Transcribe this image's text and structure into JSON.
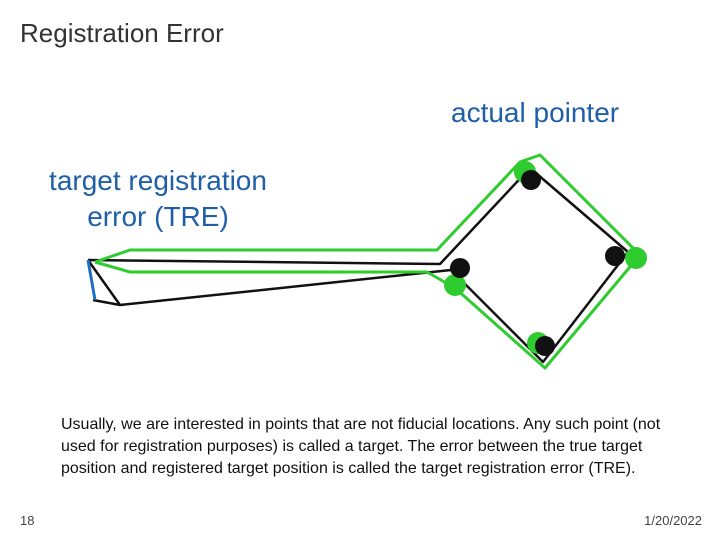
{
  "slide": {
    "title": "Registration Error",
    "number": "18",
    "date": "1/20/2022"
  },
  "labels": {
    "actual_pointer": "actual pointer",
    "tre": "target registration error (TRE)"
  },
  "description": "Usually, we are interested in points that are not fiducial locations.  Any such point (not used for registration purposes) is called a target. The error between the true target position and registered target position is called the target registration error (TRE).",
  "colors": {
    "label_text": "#1f5fa8",
    "registered_pointer": "#2ecc2e",
    "actual_pointer": "#111111",
    "tre_segment": "#1f6fc0"
  }
}
